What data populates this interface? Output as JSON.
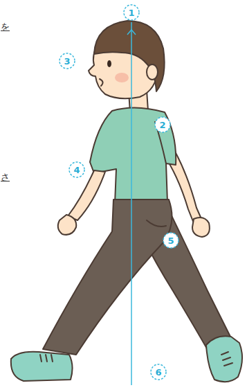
{
  "diagram": {
    "nodes": [
      {
        "text": [
          "1"
        ]
      },
      {
        "text": [
          "3"
        ]
      },
      {
        "text": [
          "2"
        ]
      },
      {
        "text": [
          "4"
        ]
      },
      {
        "text": [
          "5"
        ]
      },
      {
        "text": [
          "6"
        ]
      }
    ],
    "labels": [
      "を",
      "さ"
    ]
  }
}
